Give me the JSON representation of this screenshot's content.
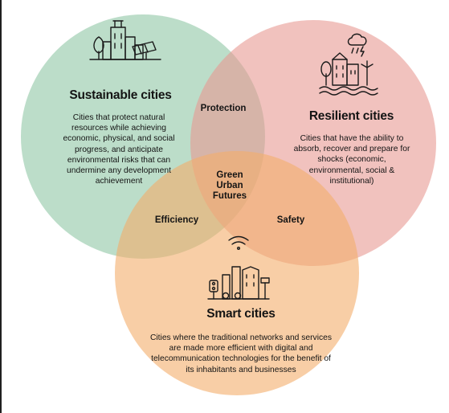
{
  "colors": {
    "sustainable": "#8fc7a5",
    "resilient": "#e89a92",
    "smart": "#f4ad6a"
  },
  "icons": {
    "sustainable": "city-solar-tree-icon",
    "resilient": "flooded-city-storm-icon",
    "smart": "smart-city-wifi-icon"
  },
  "sustainable": {
    "title": "Sustainable cities",
    "desc": "Cities that protect natural resources while achieving economic, physical, and social progress, and anticipate environmental risks that can undermine any development achievement"
  },
  "resilient": {
    "title": "Resilient cities",
    "desc": "Cities that have the ability to absorb, recover and prepare for shocks (economic, environmental, social & institutional)"
  },
  "smart": {
    "title": "Smart cities",
    "desc": "Cities where the traditional networks and services are made more efficient with digital and telecommunication technologies for the benefit of its inhabitants and businesses"
  },
  "overlaps": {
    "protection": "Protection",
    "efficiency": "Efficiency",
    "safety": "Safety",
    "center": "Green\nUrban\nFutures"
  }
}
